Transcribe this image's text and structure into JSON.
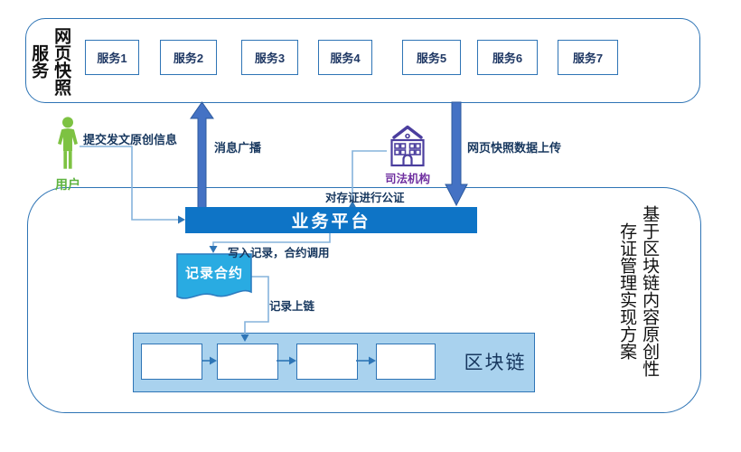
{
  "top_panel": {
    "label_col1": "网页快照",
    "label_col2": "服务",
    "services": [
      {
        "label": "服务1"
      },
      {
        "label": "服务2"
      },
      {
        "label": "服务3"
      },
      {
        "label": "服务4"
      },
      {
        "label": "服务5"
      },
      {
        "label": "服务6"
      },
      {
        "label": "服务7"
      }
    ]
  },
  "actors": {
    "user_label": "用户",
    "judicial_label": "司法机构"
  },
  "nodes": {
    "business_platform": "业务平台",
    "record_contract": "记录合约",
    "blockchain": "区块链"
  },
  "annotations": {
    "submit_info": "提交发文原创信息",
    "message_broadcast": "消息广播",
    "snapshot_upload": "网页快照数据上传",
    "notarize": "对存证进行公证",
    "write_record": "写入记录，合约调用",
    "record_onchain": "记录上链"
  },
  "side_title": {
    "line1": "基于区块链内容原创性",
    "line2": "存证管理实现方案"
  },
  "colors": {
    "platform_blue": "#0E74C6",
    "contract_cyan": "#29ABE2",
    "chain_fill": "#A9D2EE",
    "thick_arrow_blue": "#4472C4",
    "border_blue": "#2E74B5",
    "navy_text": "#17375E",
    "user_green": "#6FBE44",
    "judicial_purple": "#7030A0"
  }
}
